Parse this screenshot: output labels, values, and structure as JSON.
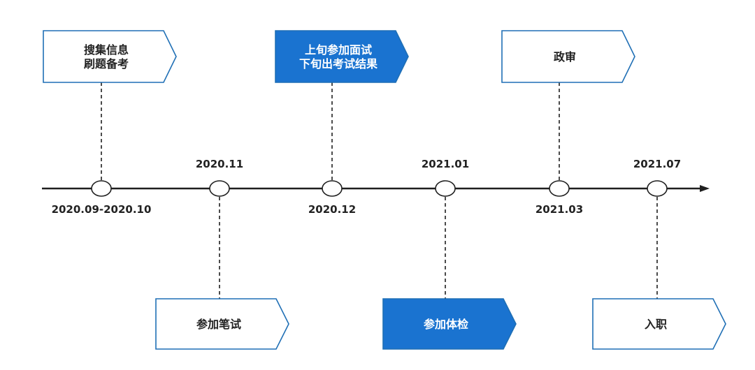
{
  "colors": {
    "line": "#1f1f1f",
    "box_border": "#1f6fb5",
    "box_fill": "#ffffff",
    "highlight_fill": "#1a73d0",
    "text_dark": "#222222",
    "text_light": "#ffffff",
    "node_fill": "#ffffff"
  },
  "timeline": {
    "nodes": [
      {
        "date": "2020.09-2020.10",
        "box_lines": [
          "搜集信息",
          "刷题备考"
        ],
        "highlight": false
      },
      {
        "date": "2020.11",
        "box_lines": [
          "参加笔试"
        ],
        "highlight": false
      },
      {
        "date": "2020.12",
        "box_lines": [
          "上旬参加面试",
          "下旬出考试结果"
        ],
        "highlight": true
      },
      {
        "date": "2021.01",
        "box_lines": [
          "参加体检"
        ],
        "highlight": true
      },
      {
        "date": "2021.03",
        "box_lines": [
          "政审"
        ],
        "highlight": false
      },
      {
        "date": "2021.07",
        "box_lines": [
          "入职"
        ],
        "highlight": false
      }
    ]
  }
}
